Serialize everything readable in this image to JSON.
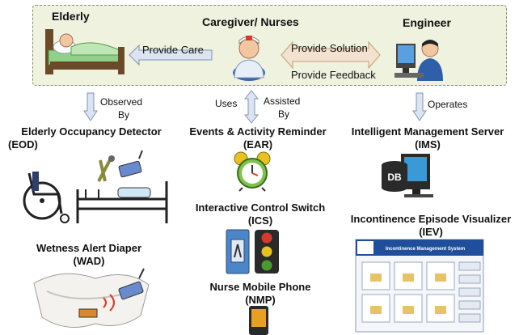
{
  "actors": {
    "elderly": "Elderly",
    "caregiver": "Caregiver/ Nurses",
    "engineer": "Engineer"
  },
  "relations": {
    "provide_care": "Provide Care",
    "provide_solution": "Provide Solution",
    "provide_feedback": "Provide Feedback",
    "observed_by": [
      "Observed",
      "By"
    ],
    "uses": "Uses",
    "assisted_by": [
      "Assisted",
      "By"
    ],
    "operates": "Operates"
  },
  "components": {
    "eod": {
      "name": "Elderly Occupancy Detector",
      "abbr": "(EOD)"
    },
    "ear": {
      "name": "Events & Activity Reminder",
      "abbr": "(EAR)"
    },
    "ims": {
      "name": "Intelligent Management Server",
      "abbr": "(IMS)"
    },
    "ics": {
      "name": "Interactive Control Switch",
      "abbr": "(ICS)"
    },
    "iev": {
      "name": "Incontinence Episode Visualizer",
      "abbr": "(IEV)"
    },
    "wad": {
      "name": "Wetness Alert Diaper",
      "abbr": "(WAD)"
    },
    "nmp": {
      "name": "Nurse Mobile Phone",
      "abbr": "(NMP)"
    }
  },
  "server_label": "DB",
  "iev_window_title": "Incontinence Management System",
  "colors": {
    "panel_bg": "#eef2df",
    "arrow_fill": "#dbe4f0",
    "arrow_stroke": "#7f95b8",
    "traffic_red": "#d63a2a",
    "traffic_yellow": "#e8c21e",
    "traffic_green": "#4a9a2e"
  },
  "icons": [
    "bed-patient-icon",
    "nurse-icon",
    "engineer-computer-icon",
    "wheelchair-bed-sensor-icon",
    "alarm-clock-icon",
    "server-db-icon",
    "control-switch-icon",
    "traffic-light-icon",
    "diaper-icon",
    "mobile-phone-icon",
    "iev-software-screenshot"
  ]
}
